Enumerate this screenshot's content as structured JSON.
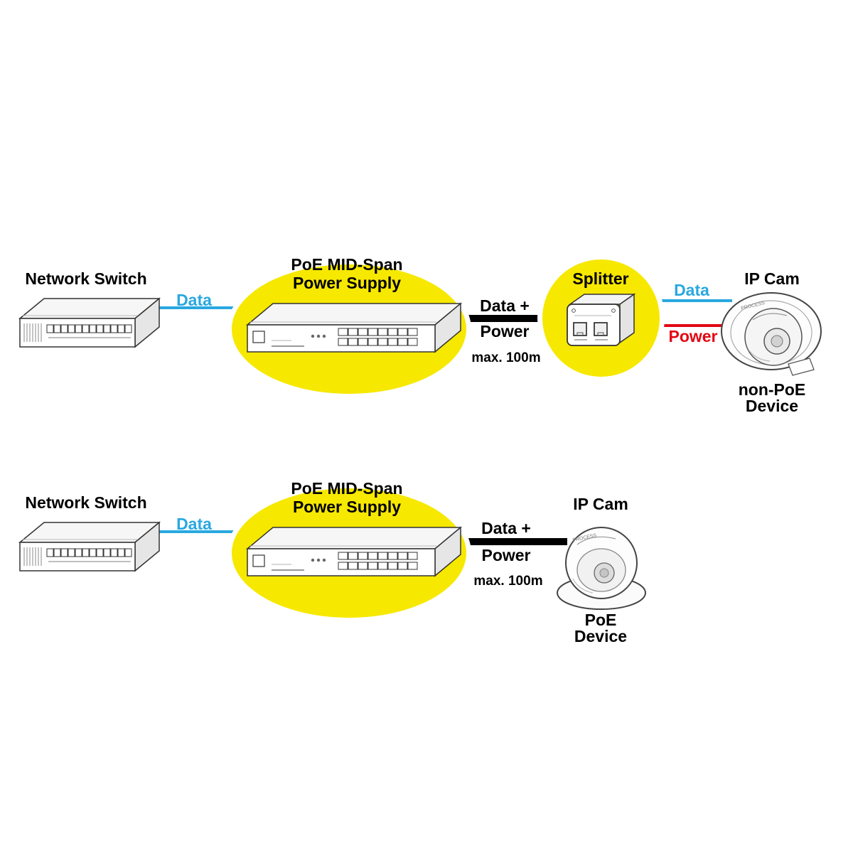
{
  "colors": {
    "highlight_yellow": "#f7e800",
    "data_blue": "#29a8e0",
    "power_red": "#e30613",
    "line_black": "#000000"
  },
  "row1": {
    "switch_label": "Network Switch",
    "data_label": "Data",
    "midspan_line1": "PoE MID-Span",
    "midspan_line2": "Power Supply",
    "link_line1": "Data +",
    "link_line2": "Power",
    "link_max": "max. 100m",
    "splitter_label": "Splitter",
    "cam_data_label": "Data",
    "cam_power_label": "Power",
    "cam_label": "IP Cam",
    "device_line1": "non-PoE",
    "device_line2": "Device",
    "cam_brand": "PROCESS"
  },
  "row2": {
    "switch_label": "Network Switch",
    "data_label": "Data",
    "midspan_line1": "PoE MID-Span",
    "midspan_line2": "Power Supply",
    "link_line1": "Data +",
    "link_line2": "Power",
    "link_max": "max. 100m",
    "cam_label": "IP Cam",
    "device_line1": "PoE",
    "device_line2": "Device",
    "cam_brand": "PROCESS"
  }
}
